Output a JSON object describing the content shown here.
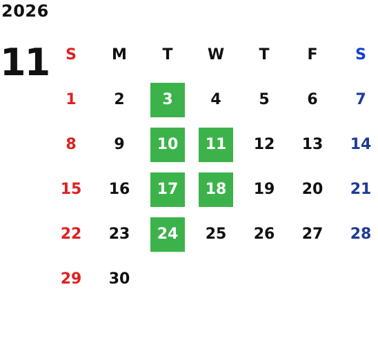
{
  "year": "2026",
  "month": "11",
  "weekdays": [
    "S",
    "M",
    "T",
    "W",
    "T",
    "F",
    "S"
  ],
  "weeks": [
    [
      {
        "d": "1",
        "hl": false
      },
      {
        "d": "2",
        "hl": false
      },
      {
        "d": "3",
        "hl": true
      },
      {
        "d": "4",
        "hl": false
      },
      {
        "d": "5",
        "hl": false
      },
      {
        "d": "6",
        "hl": false
      },
      {
        "d": "7",
        "hl": false
      }
    ],
    [
      {
        "d": "8",
        "hl": false
      },
      {
        "d": "9",
        "hl": false
      },
      {
        "d": "10",
        "hl": true
      },
      {
        "d": "11",
        "hl": true
      },
      {
        "d": "12",
        "hl": false
      },
      {
        "d": "13",
        "hl": false
      },
      {
        "d": "14",
        "hl": false
      }
    ],
    [
      {
        "d": "15",
        "hl": false
      },
      {
        "d": "16",
        "hl": false
      },
      {
        "d": "17",
        "hl": true
      },
      {
        "d": "18",
        "hl": true
      },
      {
        "d": "19",
        "hl": false
      },
      {
        "d": "20",
        "hl": false
      },
      {
        "d": "21",
        "hl": false
      }
    ],
    [
      {
        "d": "22",
        "hl": false
      },
      {
        "d": "23",
        "hl": false
      },
      {
        "d": "24",
        "hl": true
      },
      {
        "d": "25",
        "hl": false
      },
      {
        "d": "26",
        "hl": false
      },
      {
        "d": "27",
        "hl": false
      },
      {
        "d": "28",
        "hl": false
      }
    ],
    [
      {
        "d": "29",
        "hl": false
      },
      {
        "d": "30",
        "hl": false
      }
    ]
  ],
  "colors": {
    "sunday": "#e02020",
    "saturday_header": "#1040d0",
    "saturday": "#1e3c96",
    "highlight": "#3cb34a",
    "text": "#111111"
  }
}
